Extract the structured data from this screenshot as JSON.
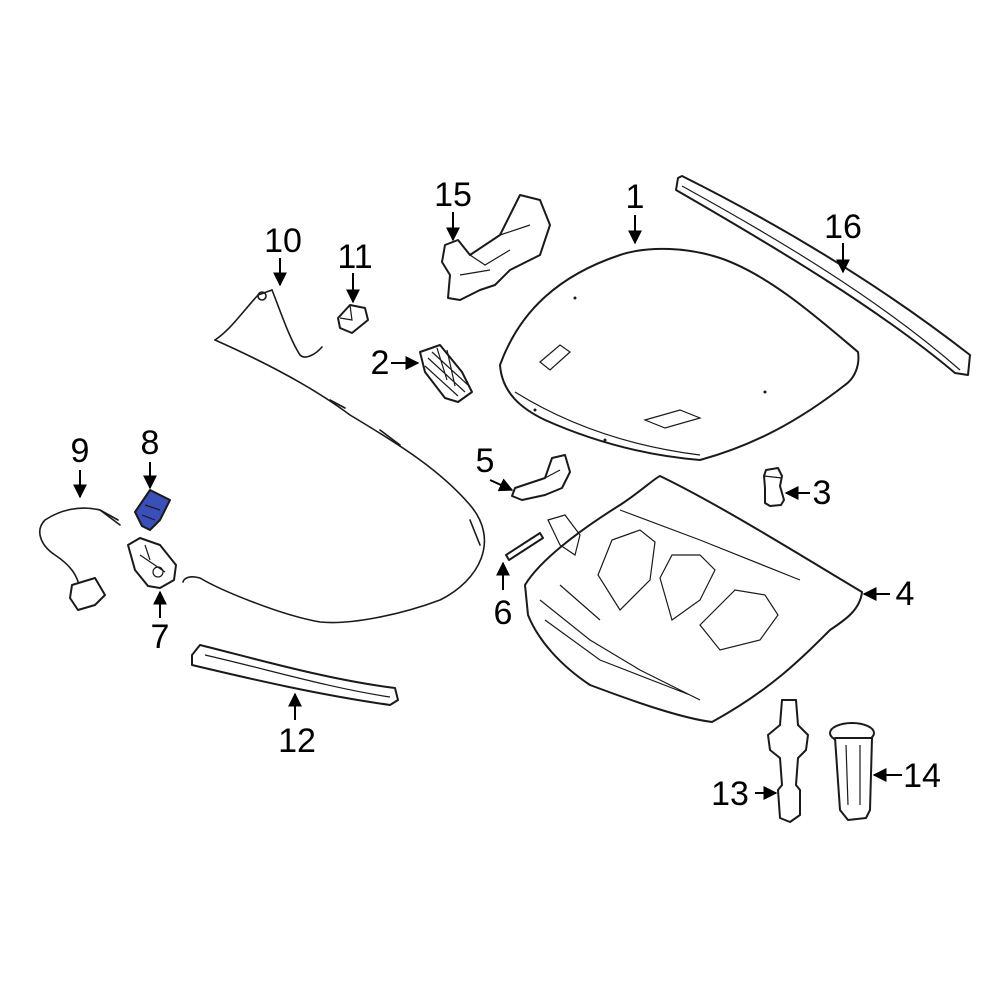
{
  "diagram": {
    "highlight_color": "#3b4fb8",
    "callouts": [
      {
        "id": "1",
        "label": "1"
      },
      {
        "id": "2",
        "label": "2"
      },
      {
        "id": "3",
        "label": "3"
      },
      {
        "id": "4",
        "label": "4"
      },
      {
        "id": "5",
        "label": "5"
      },
      {
        "id": "6",
        "label": "6"
      },
      {
        "id": "7",
        "label": "7"
      },
      {
        "id": "8",
        "label": "8"
      },
      {
        "id": "9",
        "label": "9"
      },
      {
        "id": "10",
        "label": "10"
      },
      {
        "id": "11",
        "label": "11"
      },
      {
        "id": "12",
        "label": "12"
      },
      {
        "id": "13",
        "label": "13"
      },
      {
        "id": "14",
        "label": "14"
      },
      {
        "id": "15",
        "label": "15"
      },
      {
        "id": "16",
        "label": "16"
      }
    ],
    "highlighted_part": "8"
  }
}
